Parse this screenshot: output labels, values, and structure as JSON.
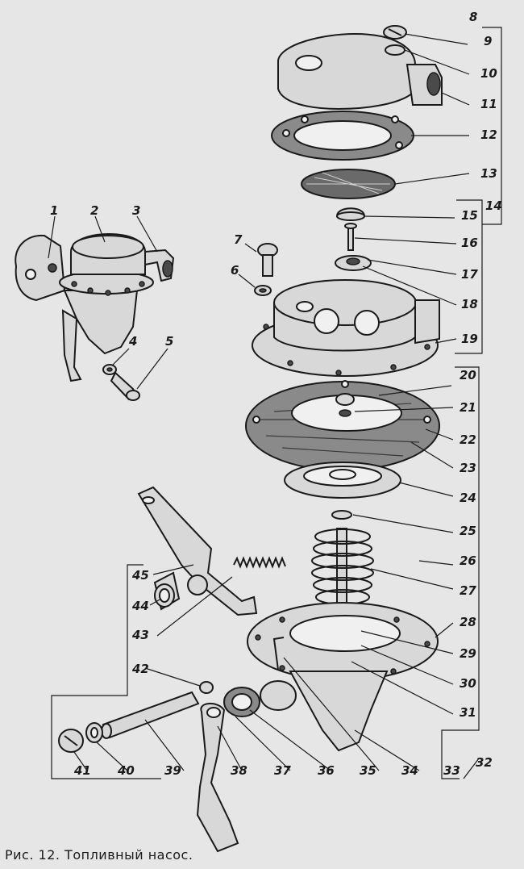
{
  "caption": "Рис. 12. Топливный насос.",
  "labels": [
    "1",
    "2",
    "3",
    "4",
    "5",
    "6",
    "7",
    "8",
    "9",
    "10",
    "11",
    "12",
    "13",
    "14",
    "15",
    "16",
    "17",
    "18",
    "19",
    "20",
    "21",
    "22",
    "23",
    "24",
    "25",
    "26",
    "27",
    "28",
    "29",
    "30",
    "31",
    "32",
    "33",
    "34",
    "35",
    "36",
    "37",
    "38",
    "39",
    "40",
    "41",
    "42",
    "43",
    "44",
    "45"
  ]
}
